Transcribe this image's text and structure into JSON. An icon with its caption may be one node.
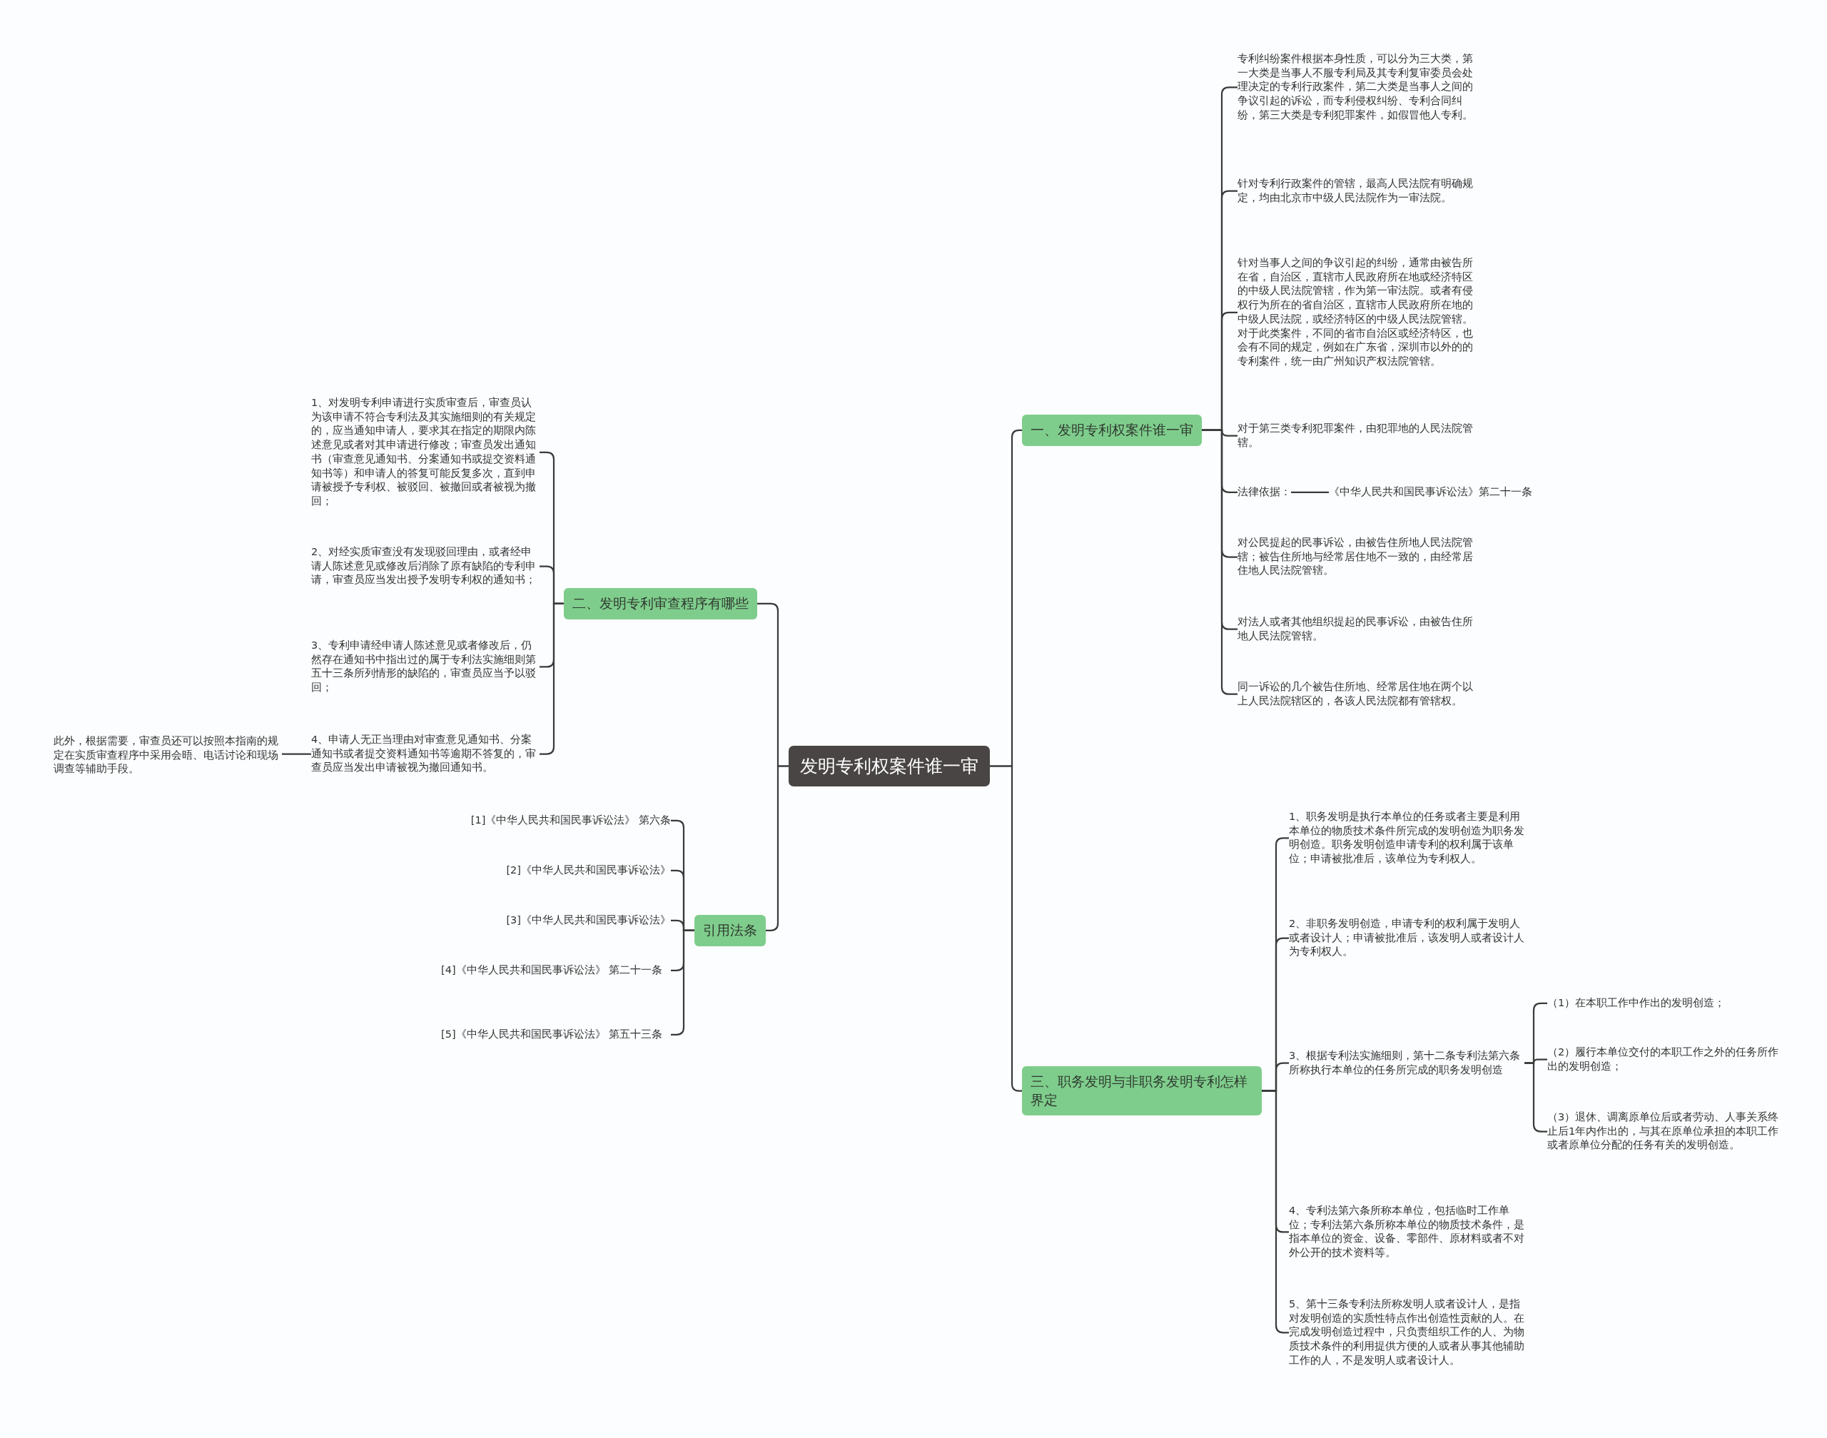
{
  "diagram": {
    "nodes": [
      {
        "text": [
          "发明专利权案件谁一审"
        ]
      },
      {
        "text": [
          "一、发明专利权案件谁一审"
        ]
      },
      {
        "text": [
          "专利纠纷案件根据本身性质，可以分为三大类，第一大类是当事人不服专利局及其专利复审委员会处理决定的专利行政案件，第二大类是当事人之间的争议引起的诉讼，而专利侵权纠纷、专利合同纠纷，第三大类是专利犯罪案件，如假冒他人专利。"
        ]
      },
      {
        "text": [
          "针对专利行政案件的管辖，最高人民法院有明确规定，均由北京市中级人民法院作为一审法院。"
        ]
      },
      {
        "text": [
          "针对当事人之间的争议引起的纠纷，通常由被告所在省，自治区，直辖市人民政府所在地或经济特区的中级人民法院管辖，作为第一审法院。或者有侵权行为所在的省自治区，直辖市人民政府所在地的中级人民法院，或经济特区的中级人民法院管辖。对于此类案件，不同的省市自治区或经济特区，也会有不同的规定，例如在广东省，深圳市以外的的专利案件，统一由广州知识产权法院管辖。"
        ]
      },
      {
        "text": [
          "对于第三类专利犯罪案件，由犯罪地的人民法院管辖。"
        ]
      },
      {
        "text": [
          "法律依据："
        ]
      },
      {
        "text": [
          "《中华人民共和国民事诉讼法》第二十一条"
        ]
      },
      {
        "text": [
          "对公民提起的民事诉讼，由被告住所地人民法院管辖；被告住所地与经常居住地不一致的，由经常居住地人民法院管辖。"
        ]
      },
      {
        "text": [
          "对法人或者其他组织提起的民事诉讼，由被告住所地人民法院管辖。"
        ]
      },
      {
        "text": [
          "同一诉讼的几个被告住所地、经常居住地在两个以上人民法院辖区的，各该人民法院都有管辖权。"
        ]
      },
      {
        "text": [
          "二、发明专利审查程序有哪些"
        ]
      },
      {
        "text": [
          "1、对发明专利申请进行实质审查后，审查员认为该申请不符合专利法及其实施细则的有关规定的，应当通知申请人，要求其在指定的期限内陈述意见或者对其申请进行修改；审查员发出通知书（审查意见通知书、分案通知书或提交资料通知书等）和申请人的答复可能反复多次，直到申请被授予专利权、被驳回、被撤回或者被视为撤回；"
        ]
      },
      {
        "text": [
          "2、对经实质审查没有发现驳回理由，或者经申请人陈述意见或修改后消除了原有缺陷的专利申请，审查员应当发出授予发明专利权的通知书；"
        ]
      },
      {
        "text": [
          "3、专利申请经申请人陈述意见或者修改后，仍然存在通知书中指出过的属于专利法实施细则第五十三条所列情形的缺陷的，审查员应当予以驳回；"
        ]
      },
      {
        "text": [
          "4、申请人无正当理由对审查意见通知书、分案通知书或者提交资料通知书等逾期不答复的，审查员应当发出申请被视为撤回通知书。"
        ]
      },
      {
        "text": [
          "此外，根据需要，审查员还可以按照本指南的规定在实质审查程序中采用会晤、电话讨论和现场调查等辅助手段。"
        ]
      },
      {
        "text": [
          "引用法条"
        ]
      },
      {
        "text": [
          "[1]《中华人民共和国民事诉讼法》 第六条"
        ]
      },
      {
        "text": [
          "[2]《中华人民共和国民事诉讼法》"
        ]
      },
      {
        "text": [
          "[3]《中华人民共和国民事诉讼法》"
        ]
      },
      {
        "text": [
          "[4]《中华人民共和国民事诉讼法》 第二十一条"
        ]
      },
      {
        "text": [
          "[5]《中华人民共和国民事诉讼法》 第五十三条"
        ]
      },
      {
        "text": [
          "三、职务发明与非职务发明专利怎样界定"
        ]
      },
      {
        "text": [
          "1、职务发明是执行本单位的任务或者主要是利用本单位的物质技术条件所完成的发明创造为职务发明创造。职务发明创造申请专利的权利属于该单位；申请被批准后，该单位为专利权人。"
        ]
      },
      {
        "text": [
          "2、非职务发明创造，申请专利的权利属于发明人或者设计人；申请被批准后，该发明人或者设计人为专利权人。"
        ]
      },
      {
        "text": [
          "3、根据专利法实施细则，第十二条专利法第六条所称执行本单位的任务所完成的职务发明创造"
        ]
      },
      {
        "text": [
          "4、专利法第六条所称本单位，包括临时工作单位；专利法第六条所称本单位的物质技术条件，是指本单位的资金、设备、零部件、原材料或者不对外公开的技术资料等。"
        ]
      },
      {
        "text": [
          "5、第十三条专利法所称发明人或者设计人，是指对发明创造的实质性特点作出创造性贡献的人。在完成发明创造过程中，只负责组织工作的人、为物质技术条件的利用提供方便的人或者从事其他辅助工作的人，不是发明人或者设计人。"
        ]
      },
      {
        "text": [
          "（1）在本职工作中作出的发明创造；"
        ]
      },
      {
        "text": [
          "（2）履行本单位交付的本职工作之外的任务所作出的发明创造；"
        ]
      },
      {
        "text": [
          "（3）退休、调离原单位后或者劳动、人事关系终止后1年内作出的，与其在原单位承担的本职工作或者原单位分配的任务有关的发明创造。"
        ]
      }
    ],
    "edges": [
      {
        "from": 0,
        "to": 1,
        "arrow": "none"
      },
      {
        "from": 0,
        "to": 11,
        "arrow": "none"
      },
      {
        "from": 0,
        "to": 17,
        "arrow": "none"
      },
      {
        "from": 0,
        "to": 23,
        "arrow": "none"
      },
      {
        "from": 1,
        "to": 2,
        "arrow": "none"
      },
      {
        "from": 1,
        "to": 3,
        "arrow": "none"
      },
      {
        "from": 1,
        "to": 4,
        "arrow": "none"
      },
      {
        "from": 1,
        "to": 5,
        "arrow": "none"
      },
      {
        "from": 1,
        "to": 6,
        "arrow": "none"
      },
      {
        "from": 6,
        "to": 7,
        "arrow": "none"
      },
      {
        "from": 1,
        "to": 8,
        "arrow": "none"
      },
      {
        "from": 1,
        "to": 9,
        "arrow": "none"
      },
      {
        "from": 1,
        "to": 10,
        "arrow": "none"
      },
      {
        "from": 11,
        "to": 12,
        "arrow": "none"
      },
      {
        "from": 11,
        "to": 13,
        "arrow": "none"
      },
      {
        "from": 11,
        "to": 14,
        "arrow": "none"
      },
      {
        "from": 11,
        "to": 15,
        "arrow": "none"
      },
      {
        "from": 15,
        "to": 16,
        "arrow": "none"
      },
      {
        "from": 17,
        "to": 18,
        "arrow": "none"
      },
      {
        "from": 17,
        "to": 19,
        "arrow": "none"
      },
      {
        "from": 17,
        "to": 20,
        "arrow": "none"
      },
      {
        "from": 17,
        "to": 21,
        "arrow": "none"
      },
      {
        "from": 17,
        "to": 22,
        "arrow": "none"
      },
      {
        "from": 23,
        "to": 24,
        "arrow": "none"
      },
      {
        "from": 23,
        "to": 25,
        "arrow": "none"
      },
      {
        "from": 23,
        "to": 26,
        "arrow": "none"
      },
      {
        "from": 23,
        "to": 27,
        "arrow": "none"
      },
      {
        "from": 23,
        "to": 28,
        "arrow": "none"
      },
      {
        "from": 26,
        "to": 29,
        "arrow": "none"
      },
      {
        "from": 26,
        "to": 30,
        "arrow": "none"
      },
      {
        "from": 26,
        "to": 31,
        "arrow": "none"
      }
    ]
  }
}
